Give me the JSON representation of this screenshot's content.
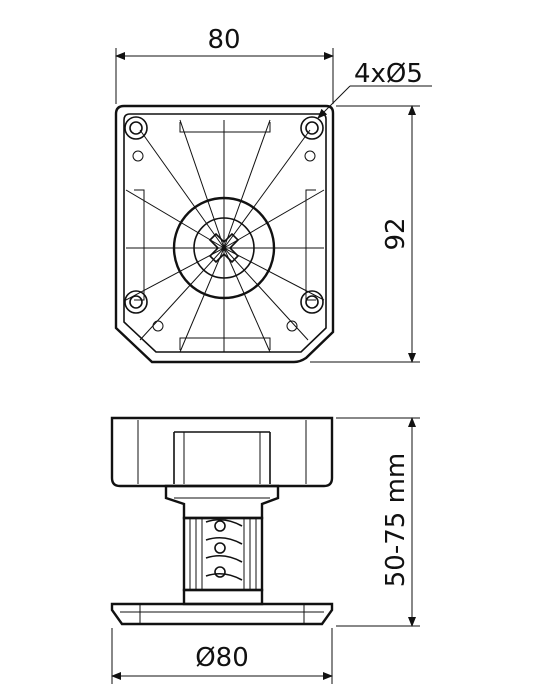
{
  "top_view": {
    "width_label": "80",
    "holes_label": "4xØ5",
    "height_label": "92"
  },
  "side_view": {
    "height_label": "50-75 mm",
    "diameter_label": "Ø80"
  }
}
